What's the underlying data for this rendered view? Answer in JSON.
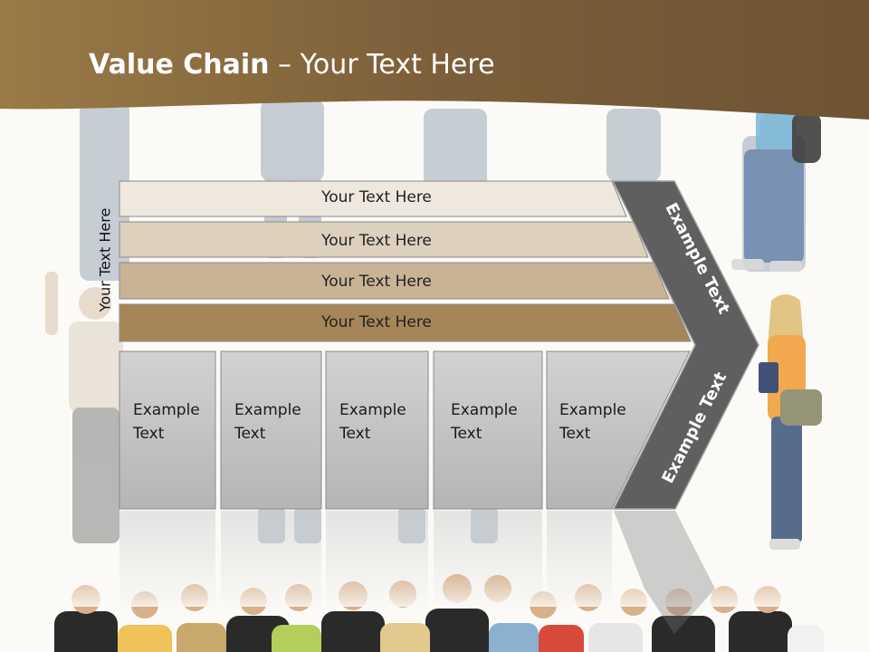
{
  "title": {
    "bold": "Value Chain",
    "regular": " – Your Text Here"
  },
  "side_label": "Your Text Here",
  "bars": [
    "Your Text Here",
    "Your Text Here",
    "Your Text Here",
    "Your Text Here"
  ],
  "columns": [
    {
      "line1": "Example",
      "line2": "Text"
    },
    {
      "line1": "Example",
      "line2": "Text"
    },
    {
      "line1": "Example",
      "line2": "Text"
    },
    {
      "line1": "Example",
      "line2": "Text"
    },
    {
      "line1": "Example",
      "line2": "Text"
    }
  ],
  "chevron": {
    "upper": "Example Text",
    "lower": "Example Text"
  },
  "colors": {
    "header": "#7c5f3a",
    "bar_1": "#efe8df",
    "bar_2": "#ddd0bd",
    "bar_3": "#c8b395",
    "bar_4": "#a68659",
    "column": "#c4c4c4",
    "chevron": "#5f5f5f"
  }
}
